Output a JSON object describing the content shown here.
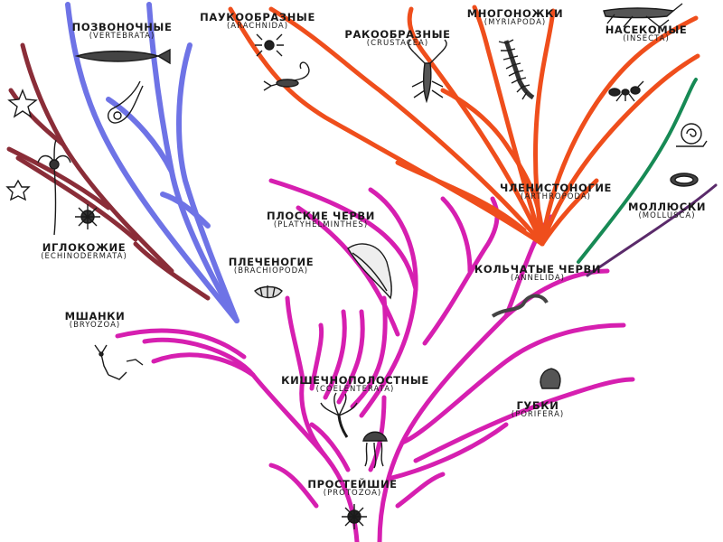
{
  "colors": {
    "magenta": "#d61fb0",
    "orange": "#ef4e1c",
    "blue": "#6e73e6",
    "brown": "#8a2d38",
    "green": "#178a55",
    "ink": "#1a1a1a"
  },
  "groups": {
    "vertebrata": {
      "ru": "ПОЗВОНОЧНЫЕ",
      "lat": "(VERTEBRATA)"
    },
    "arachnida": {
      "ru": "ПАУКООБРАЗНЫЕ",
      "lat": "(ARACHNIDA)"
    },
    "crustacea": {
      "ru": "РАКООБРАЗНЫЕ",
      "lat": "(CRUSTACEA)"
    },
    "myriapoda": {
      "ru": "МНОГОНОЖКИ",
      "lat": "(MYRIAPODA)"
    },
    "insecta": {
      "ru": "НАСЕКОМЫЕ",
      "lat": "(INSECTA)"
    },
    "arthropoda": {
      "ru": "ЧЛЕНИСТОНОГИЕ",
      "lat": "(ARTHROPODA)"
    },
    "mollusca": {
      "ru": "МОЛЛЮСКИ",
      "lat": "(MOLLUSCA)"
    },
    "platyhelminthes": {
      "ru": "ПЛОСКИЕ ЧЕРВИ",
      "lat": "(PLATYHELMINTHES)"
    },
    "echinodermata": {
      "ru": "ИГЛОКОЖИЕ",
      "lat": "(ECHINODERMATA)"
    },
    "brachiopoda": {
      "ru": "ПЛЕЧЕНОГИЕ",
      "lat": "(BRACHIOPODA)"
    },
    "annelida": {
      "ru": "КОЛЬЧАТЫЕ ЧЕРВИ",
      "lat": "(ANNELIDA)"
    },
    "bryozoa": {
      "ru": "МШАНКИ",
      "lat": "(BRYOZOA)"
    },
    "coelenterata": {
      "ru": "КИШЕЧНОПОЛОСТНЫЕ",
      "lat": "(COELENTERATA)"
    },
    "porifera": {
      "ru": "ГУБКИ",
      "lat": "(PORIFERA)"
    },
    "protozoa": {
      "ru": "ПРОСТЕЙШИЕ",
      "lat": "(PROTOZOA)"
    }
  },
  "icons": [
    "fish-icon",
    "bird-icon",
    "starfish-icon",
    "sea-lily-icon",
    "sea-urchin-icon",
    "scorpion-icon",
    "spider-icon",
    "crayfish-icon",
    "centipede-icon",
    "grasshopper-icon",
    "ant-icon",
    "snail-icon",
    "bivalve-icon",
    "flatworm-icon",
    "brachiopod-shell-icon",
    "earthworm-icon",
    "bryozoan-icon",
    "hydra-icon",
    "jellyfish-icon",
    "sponge-icon",
    "radiolarian-icon"
  ]
}
